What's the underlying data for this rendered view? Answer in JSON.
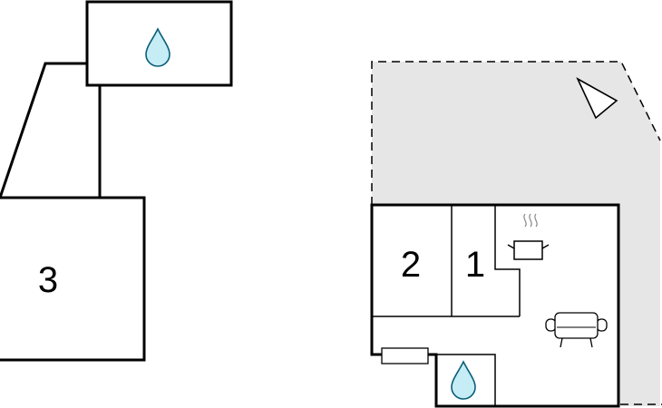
{
  "rooms": {
    "room3": "3",
    "room2": "2",
    "room1": "1"
  },
  "icons": {
    "water": "water-drop-icon",
    "compass": "north-arrow-icon",
    "kitchen": "cooking-pot-icon",
    "sofa": "sofa-icon",
    "radiator": "radiator-icon"
  },
  "colors": {
    "wall": "#000000",
    "terrace": "#e6e6e6",
    "water": "#c6ecf5",
    "water_stroke": "#0a5f7a"
  }
}
